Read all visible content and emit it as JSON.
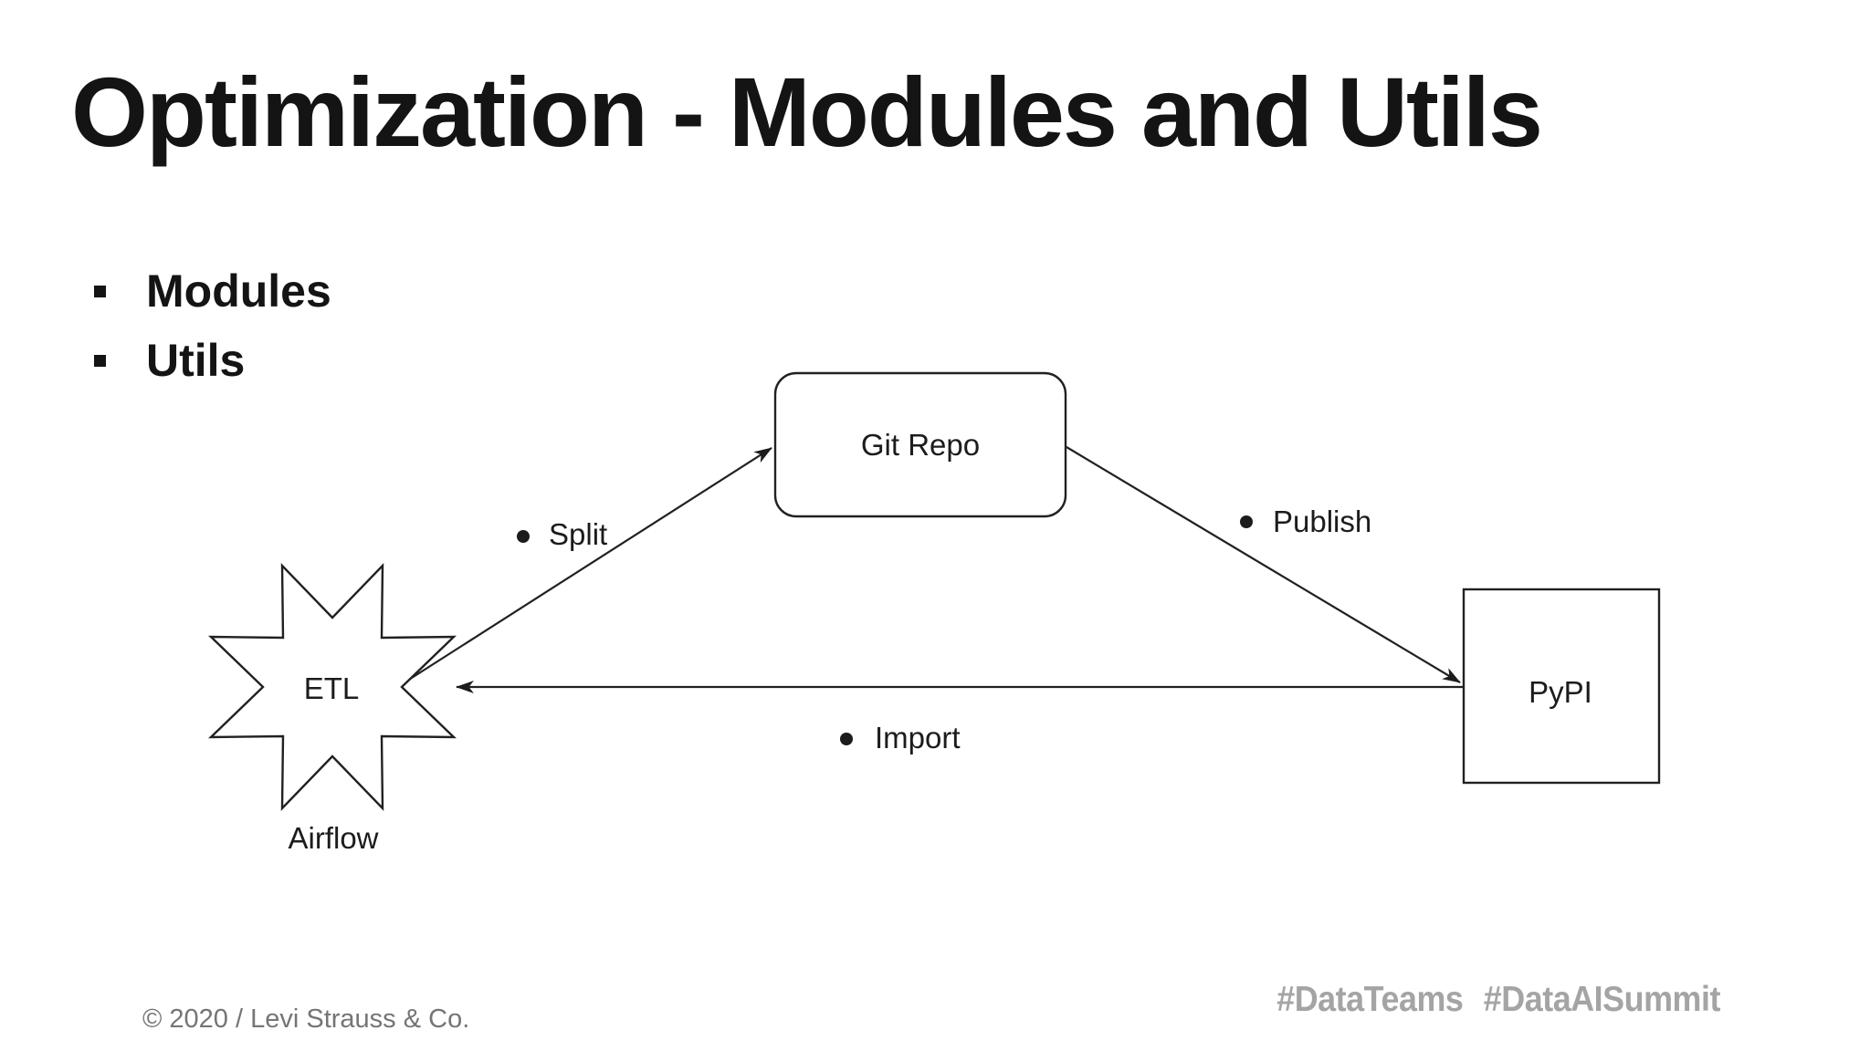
{
  "slide": {
    "title": "Optimization - Modules and Utils",
    "bullets": [
      "Modules",
      "Utils"
    ],
    "footer": "© 2020 / Levi Strauss & Co.",
    "hashtags": "#DataTeams #DataAISummit"
  },
  "diagram": {
    "nodes": [
      {
        "id": "etl",
        "shape": "star-8-point",
        "label": "ETL",
        "caption": "Airflow"
      },
      {
        "id": "git-repo",
        "shape": "rounded-rectangle",
        "label": "Git Repo"
      },
      {
        "id": "pypi",
        "shape": "rectangle",
        "label": "PyPI"
      }
    ],
    "edges": [
      {
        "from": "etl",
        "to": "git-repo",
        "label": "Split"
      },
      {
        "from": "git-repo",
        "to": "pypi",
        "label": "Publish"
      },
      {
        "from": "pypi",
        "to": "etl",
        "label": "Import"
      }
    ]
  },
  "colors": {
    "background": "#ffffff",
    "diagram_stroke": "#212121",
    "heading_text": "#141414",
    "footer_gray": "#757575",
    "hashtag_gray": "#a4a4a4"
  }
}
